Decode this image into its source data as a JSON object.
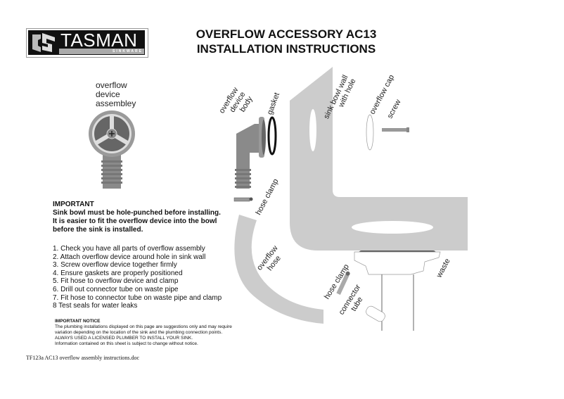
{
  "logo": {
    "brand": "TASMAN",
    "subbrand": "SINKWARE"
  },
  "title": {
    "line1": "OVERFLOW ACCESSORY  AC13",
    "line2": "INSTALLATION INSTRUCTIONS"
  },
  "diagram_labels": {
    "assembly": [
      "overflow",
      "device",
      "assembley"
    ],
    "body": [
      "overflow",
      "device",
      "body"
    ],
    "gasket": "gasket",
    "sink_wall": [
      "sink bowl wall",
      "with hole"
    ],
    "overflow_cap": "overflow cap",
    "screw": "screw",
    "hose_clamp_top": "hose clamp",
    "overflow_hose": [
      "overflow",
      "hose"
    ],
    "hose_clamp_bottom": "hose clamp",
    "connector_tube": [
      "connector",
      "tube"
    ],
    "waste": "waste"
  },
  "important": {
    "heading": "IMPORTANT",
    "lines": [
      "Sink bowl must be hole-punched before installing.",
      "It is easier to fit the overflow device into the bowl",
      "before the sink is installed."
    ]
  },
  "steps": [
    "1. Check you have all parts of overflow assembly",
    "2. Attach overflow device around hole in sink wall",
    "3. Screw overflow device together firmly",
    "4. Ensure gaskets are properly positioned",
    "5. Fit hose to overflow device and clamp",
    "6. Drill out connector tube on waste pipe",
    "7. Fit hose to connector tube on waste pipe and clamp",
    "8 Test seals for water leaks"
  ],
  "notice": {
    "heading": "IMPORTANT NOTICE",
    "lines": [
      "The plumbing installations displayed on this page are suggestions only and may require",
      "variation depending on the location of the sink and the plumbing connection points.",
      "ALWAYS USED A LICENSED PLUMBER TO INSTALL YOUR SINK.",
      "Information contained on this sheet is subject to change without notice."
    ]
  },
  "footer": {
    "filename": "TF123a AC13 overflow assembly instructions.doc"
  },
  "colors": {
    "part_gray": "#cccccc",
    "dark_gray": "#808080",
    "mid_gray": "#999999"
  }
}
